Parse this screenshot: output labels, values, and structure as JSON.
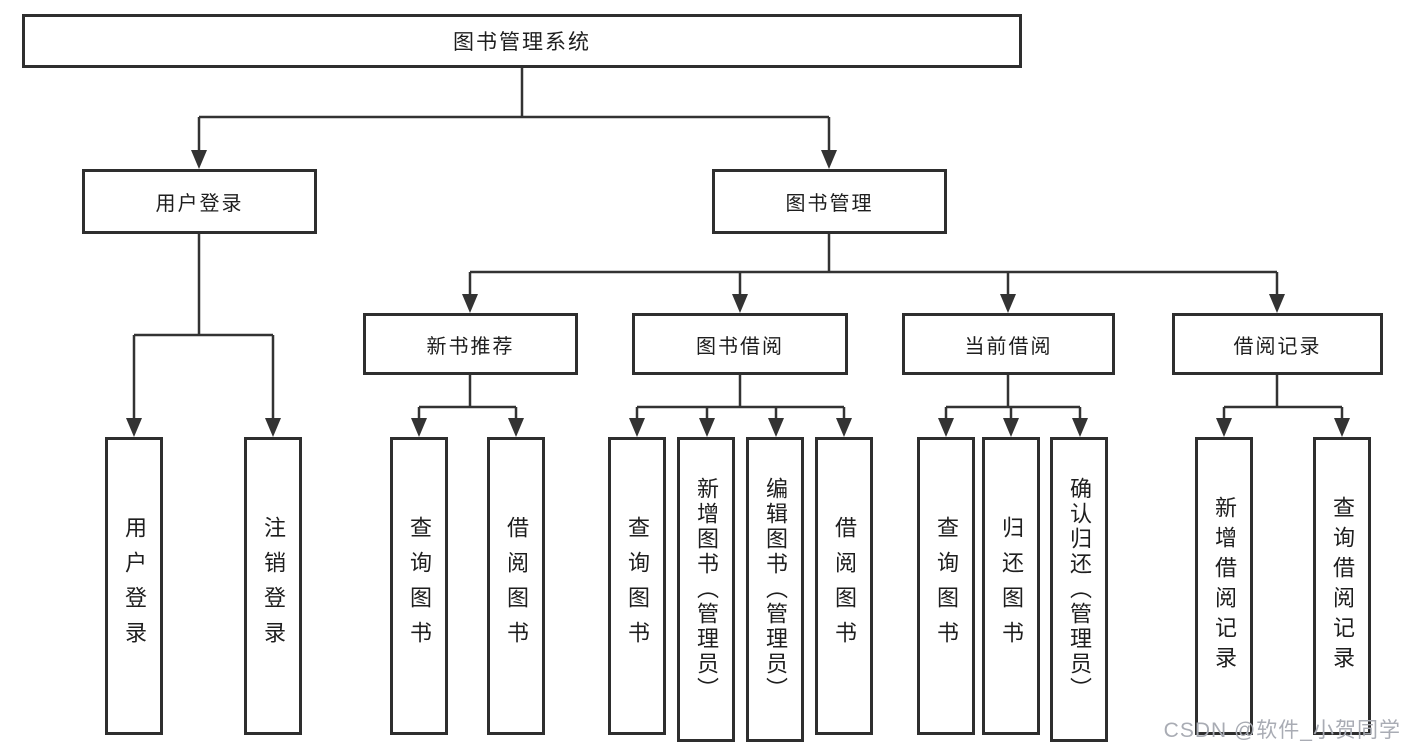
{
  "root": {
    "label": "图书管理系统"
  },
  "user_login_branch": {
    "label": "用户登录",
    "children": [
      {
        "label": "用户登录"
      },
      {
        "label": "注销登录"
      }
    ]
  },
  "book_mgmt_branch": {
    "label": "图书管理",
    "groups": [
      {
        "label": "新书推荐",
        "children": [
          {
            "label": "查询图书"
          },
          {
            "label": "借阅图书"
          }
        ]
      },
      {
        "label": "图书借阅",
        "children": [
          {
            "label": "查询图书"
          },
          {
            "label": "新增图书（管理员）"
          },
          {
            "label": "编辑图书（管理员）"
          },
          {
            "label": "借阅图书"
          }
        ]
      },
      {
        "label": "当前借阅",
        "children": [
          {
            "label": "查询图书"
          },
          {
            "label": "归还图书"
          },
          {
            "label": "确认归还（管理员）"
          }
        ]
      },
      {
        "label": "借阅记录",
        "children": [
          {
            "label": "新增借阅记录"
          },
          {
            "label": "查询借阅记录"
          }
        ]
      }
    ]
  },
  "watermark": "CSDN @软件_小贺同学",
  "colors": {
    "line": "#333333",
    "box_border": "#2e2e2e",
    "text": "#1e1e1e",
    "watermark": "#a9acb4",
    "background": "#ffffff"
  }
}
